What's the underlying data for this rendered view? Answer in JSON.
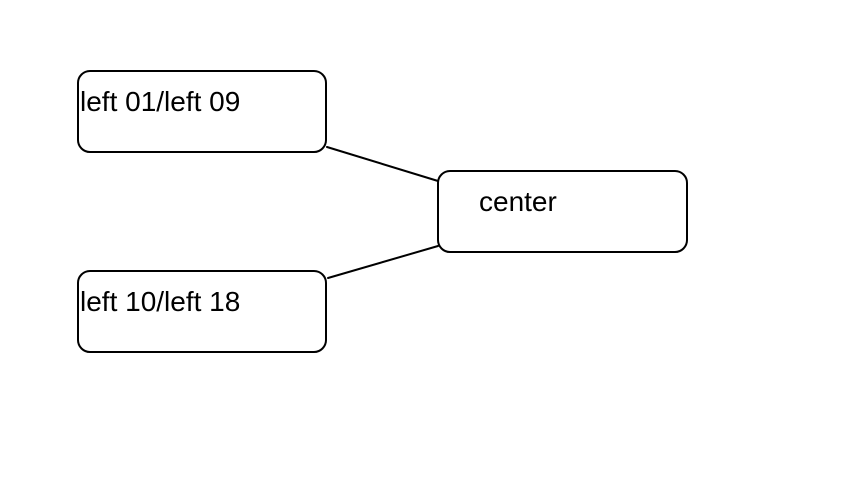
{
  "diagram": {
    "background_color": "#ffffff",
    "edge_color": "#000000",
    "node_border_color": "#000000",
    "node_fill_color": "#ffffff",
    "text_color": "#000000",
    "nodes": [
      {
        "id": "left-top",
        "label": "left 01/left 09"
      },
      {
        "id": "left-bottom",
        "label": "left 10/left 18"
      },
      {
        "id": "center",
        "label": "center"
      }
    ],
    "edges": [
      {
        "from": "left-top",
        "to": "center"
      },
      {
        "from": "left-bottom",
        "to": "center"
      }
    ]
  }
}
